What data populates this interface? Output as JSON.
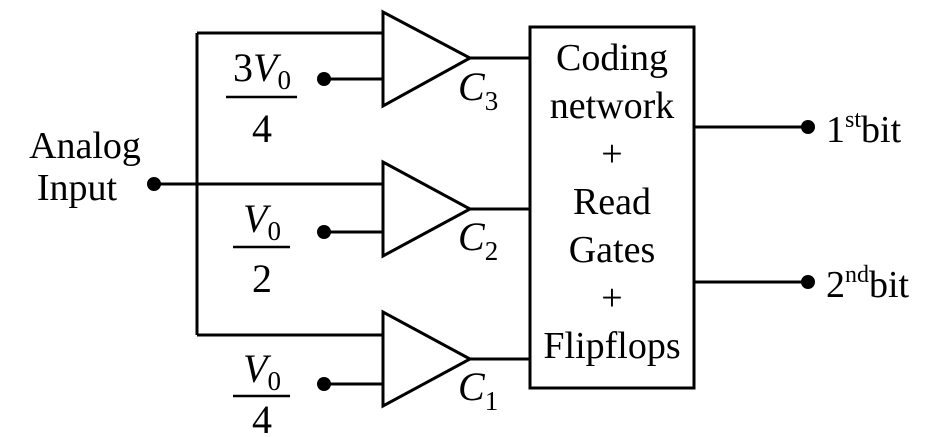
{
  "input": {
    "line1": "Analog",
    "line2": "Input"
  },
  "references": [
    {
      "num_coef": "3",
      "num_sym": "V",
      "num_sub": "0",
      "den": "4"
    },
    {
      "num_coef": "",
      "num_sym": "V",
      "num_sub": "0",
      "den": "2"
    },
    {
      "num_coef": "",
      "num_sym": "V",
      "num_sub": "0",
      "den": "4"
    }
  ],
  "comparators": [
    {
      "sym": "C",
      "sub": "3"
    },
    {
      "sym": "C",
      "sub": "2"
    },
    {
      "sym": "C",
      "sub": "1"
    }
  ],
  "block": {
    "lines": [
      "Coding",
      "network",
      "+",
      "Read",
      "Gates",
      "+",
      "Flipflops"
    ]
  },
  "outputs": [
    {
      "num": "1",
      "sup": "st",
      "word": "bit"
    },
    {
      "num": "2",
      "sup": "nd",
      "word": "bit"
    }
  ]
}
